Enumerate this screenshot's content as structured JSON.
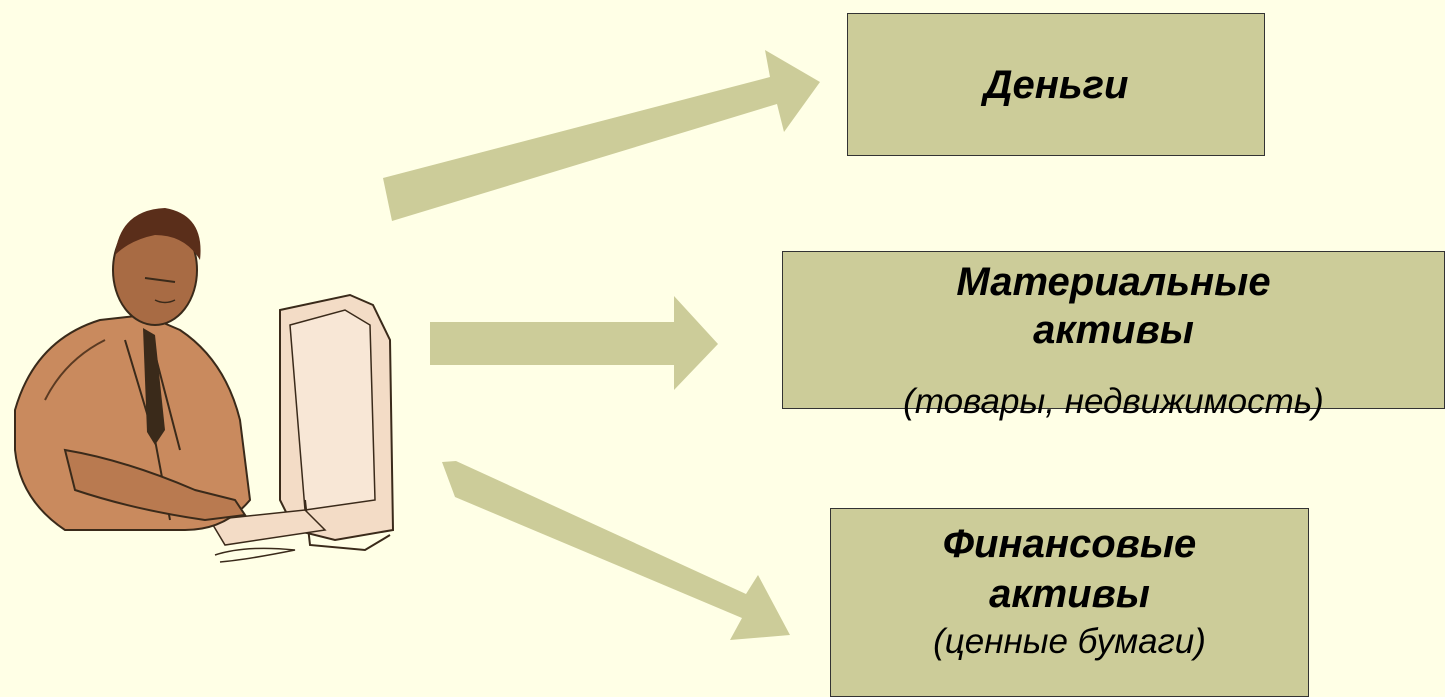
{
  "colors": {
    "background": "#FFFFE6",
    "box_fill": "#CCCC99",
    "arrow_fill": "#CCCC99",
    "text": "#000000"
  },
  "figure": {
    "icon": "person-at-computer-clipart"
  },
  "boxes": {
    "money": {
      "title": "Деньги"
    },
    "material": {
      "title_line1": "Материальные",
      "title_line2": "активы",
      "subtitle": "(товары, недвижимость)"
    },
    "financial": {
      "title_line1": "Финансовые",
      "title_line2": "активы",
      "subtitle": "(ценные бумаги)"
    }
  }
}
